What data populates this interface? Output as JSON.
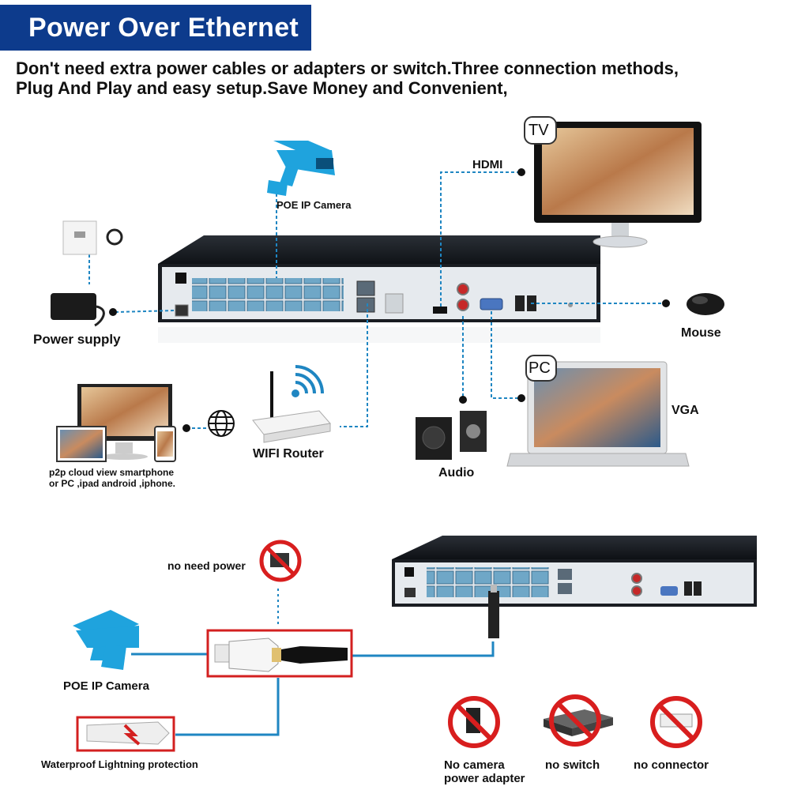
{
  "header": {
    "title": "Power Over Ethernet",
    "intro_line1": "Don't need extra power cables or adapters or switch.Three connection methods,",
    "intro_line2": "Plug And Play and easy setup.Save Money and Convenient,"
  },
  "top_diagram": {
    "tv_tag": "TV",
    "pc_tag": "PC",
    "hdmi_label": "HDMI",
    "vga_label": "VGA",
    "mouse_label": "Mouse",
    "audio_label": "Audio",
    "power_supply_label": "Power supply",
    "camera_label": "POE IP Camera",
    "router_label": "WIFI Router",
    "p2p_line1": "p2p cloud view smartphone",
    "p2p_line2": "or PC ,ipad android ,iphone."
  },
  "bottom_diagram": {
    "no_need_power_label": "no need power",
    "camera_label": "POE IP Camera",
    "lightning_label": "Waterproof Lightning protection",
    "no_adapter_line1": "No camera",
    "no_adapter_line2": "power adapter",
    "no_switch_label": "no switch",
    "no_connector_label": "no connector"
  },
  "colors": {
    "banner": "#0d3b8c",
    "connector_line": "#1f86c2",
    "camera_blue": "#1fa3dd",
    "nvr_panel": "#e6eaee",
    "highlight_box": "#d32020",
    "prohibition": "#d81e1e"
  },
  "icons": [
    "power-outlet-icon",
    "power-adapter-icon",
    "poe-camera-icon",
    "tv-icon",
    "mouse-icon",
    "wifi-router-icon",
    "wifi-signal-icon",
    "globe-icon",
    "speakers-icon",
    "laptop-icon",
    "prohibited-adapter-icon",
    "prohibited-switch-icon",
    "prohibited-connector-icon",
    "rj45-plug-icon",
    "lightning-protector-icon"
  ]
}
